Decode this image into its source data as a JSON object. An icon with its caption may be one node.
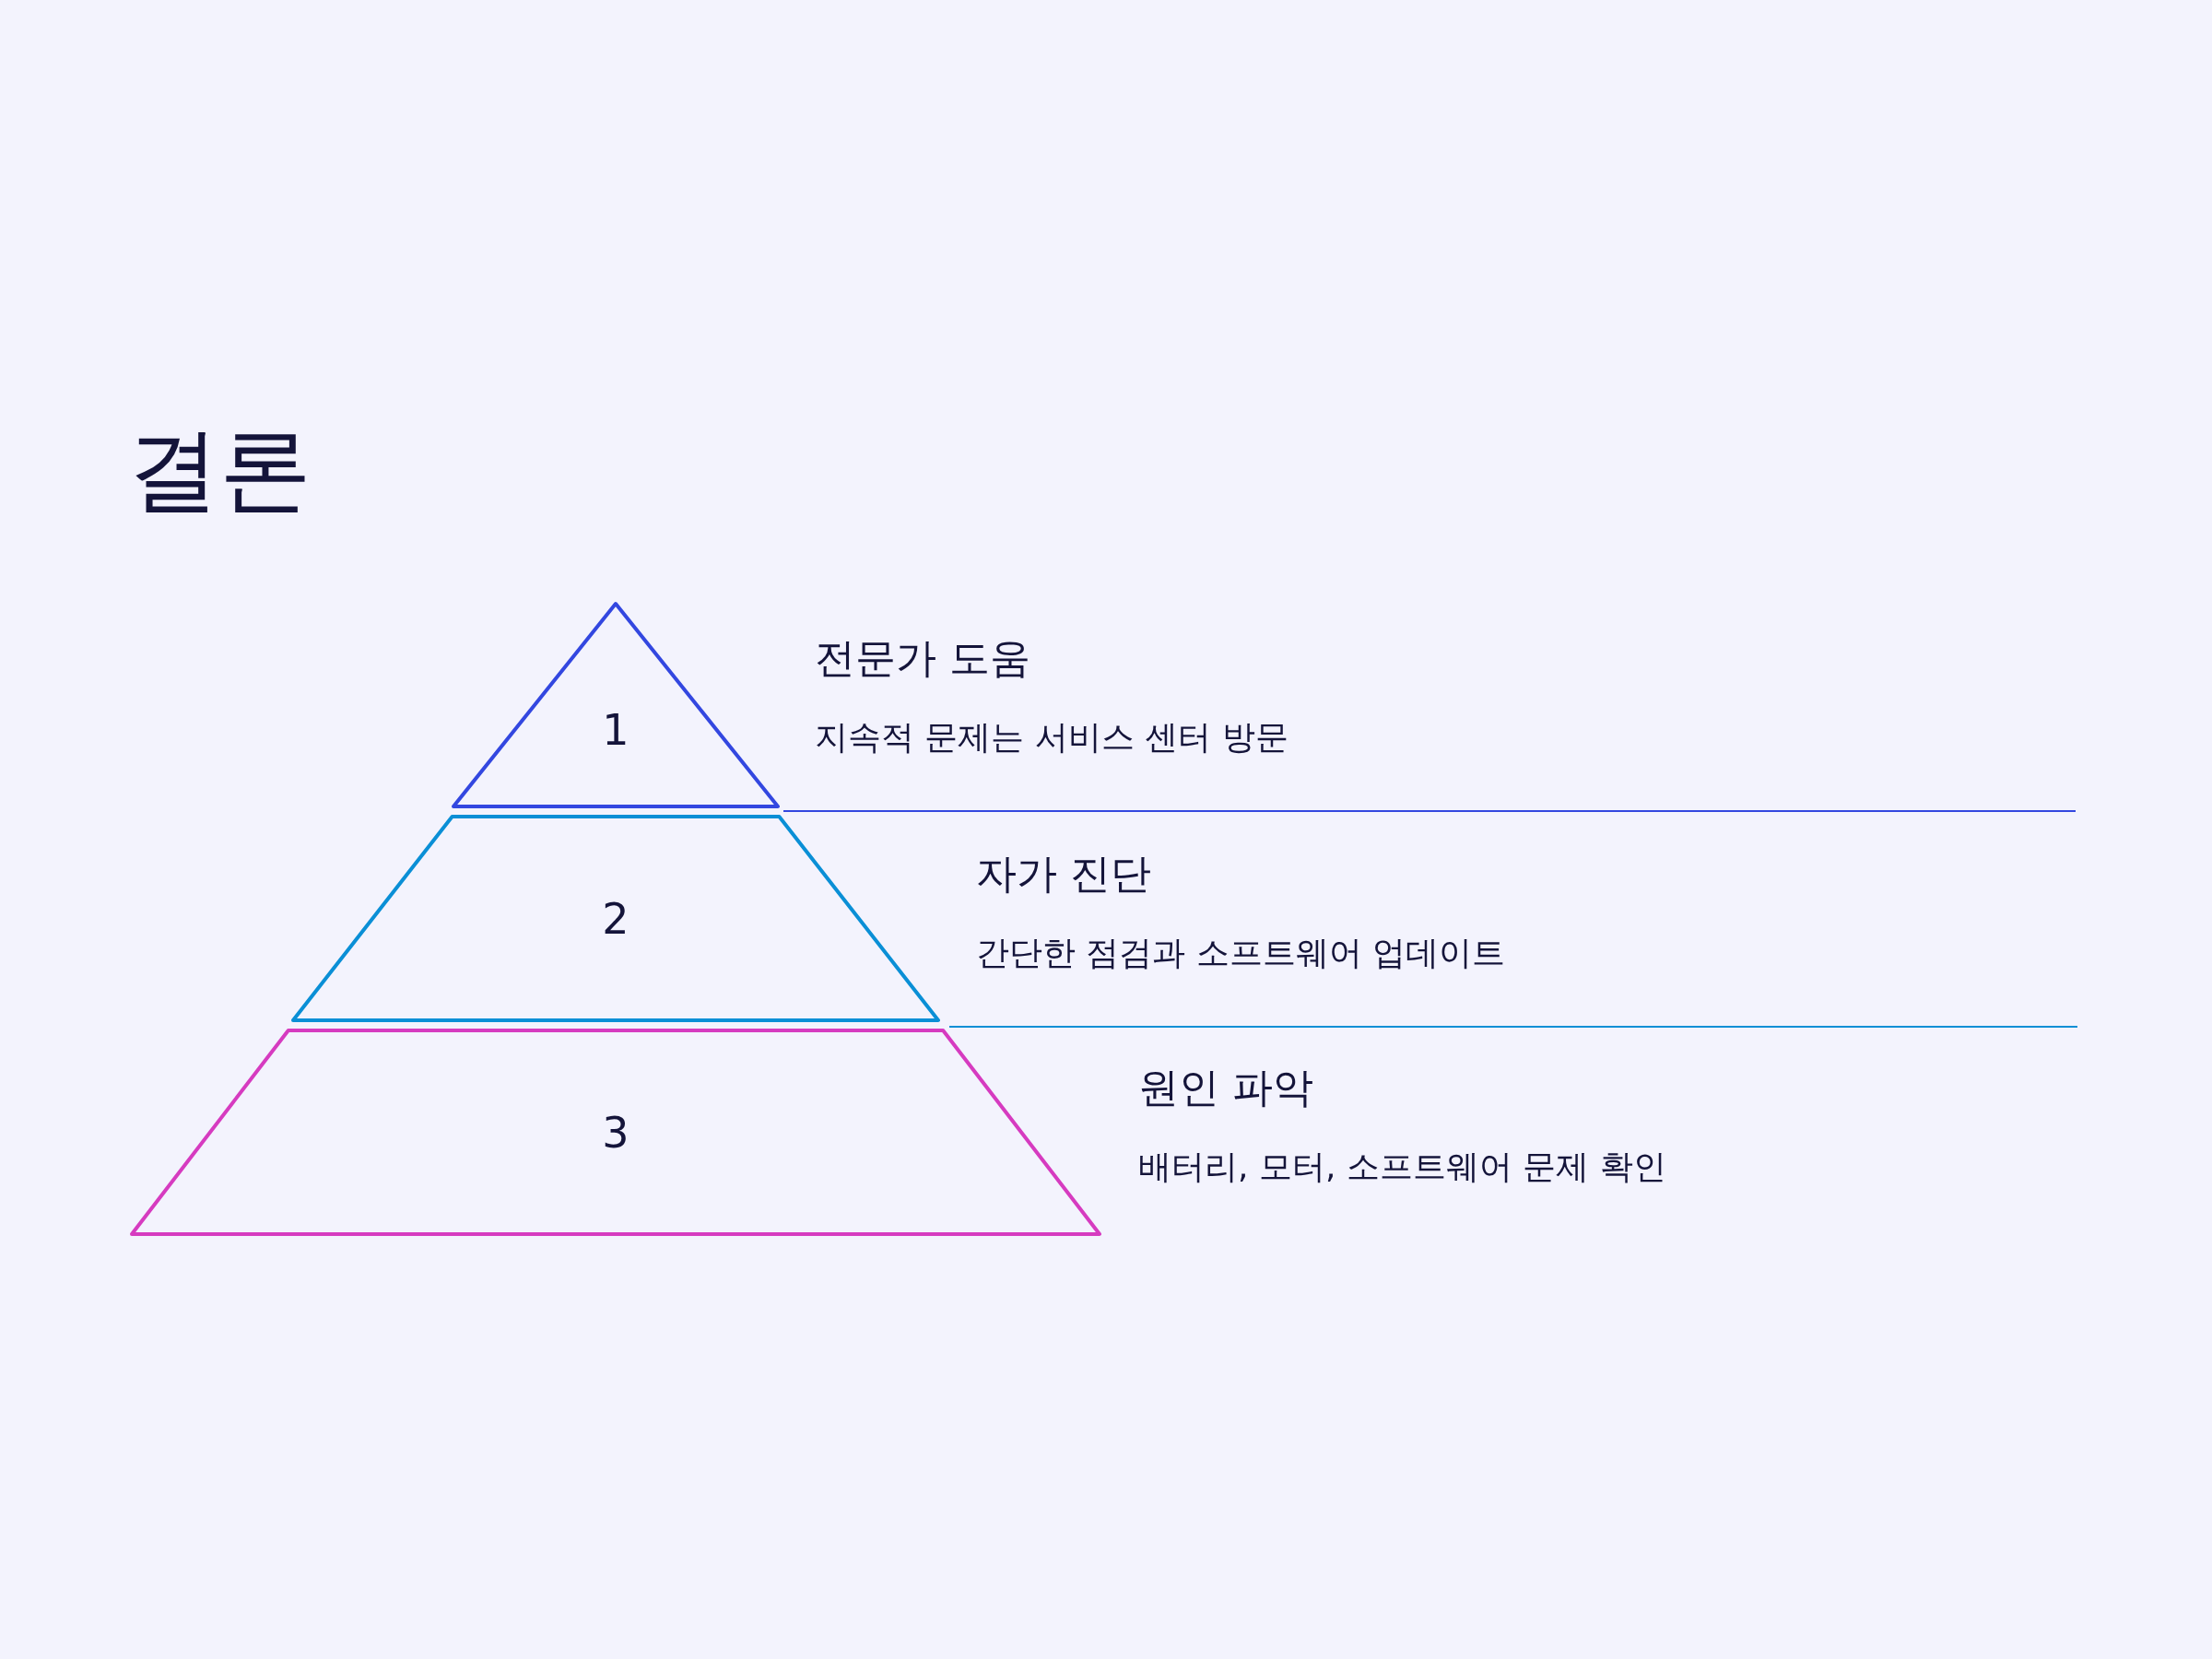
{
  "diagram": {
    "title": "결론",
    "nodes": [
      {
        "text": [
          "1"
        ],
        "beside": [
          "전문가 도움",
          "지속적 문제는 서비스 센터 방문"
        ]
      },
      {
        "text": [
          "2"
        ],
        "beside": [
          "자가 진단",
          "간단한 점검과 소프트웨어 업데이트"
        ]
      },
      {
        "text": [
          "3"
        ],
        "beside": [
          "원인 파악",
          "배터리, 모터, 소프트웨어 문제 확인"
        ]
      }
    ],
    "edges": []
  }
}
